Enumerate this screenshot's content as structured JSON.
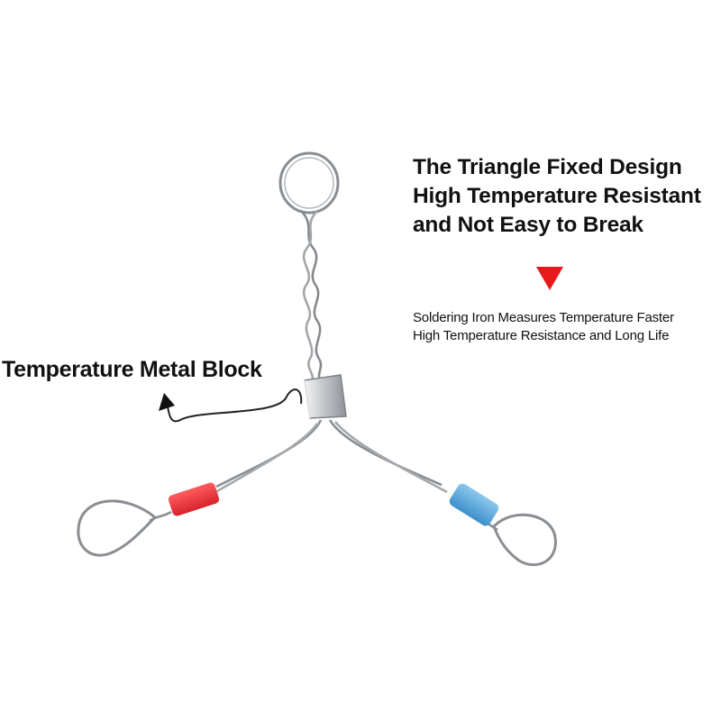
{
  "headline": {
    "line1": "The Triangle Fixed Design",
    "line2": "High Temperature Resistant",
    "line3": "and Not Easy to Break"
  },
  "subtext": {
    "line1": "Soldering Iron Measures Temperature Faster",
    "line2": "High Temperature Resistance and Long Life"
  },
  "callout": {
    "label": "Temperature Metal Block"
  },
  "colors": {
    "accent_arrow": "#e8191c",
    "sleeve_left": "#e8323a",
    "sleeve_right": "#5aa8dc",
    "wire": "#8a8e92",
    "metal_block": "#c9ccd0"
  }
}
